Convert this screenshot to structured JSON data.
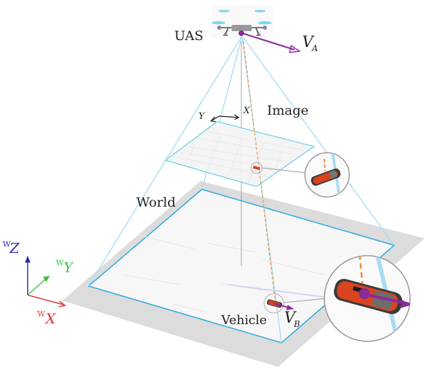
{
  "labels": {
    "uas": "UAS",
    "image": "Image",
    "world": "World",
    "vehicle": "Vehicle",
    "velocity_a_main": "V",
    "velocity_a_sub": "A",
    "velocity_b_main": "V",
    "velocity_b_sub": "B",
    "image_axis_x": "X",
    "image_axis_y": "Y",
    "world_axis_z_main": "Z",
    "world_axis_y_main": "Y",
    "world_axis_x_main": "X",
    "world_axis_superscript": "W"
  },
  "colors": {
    "ground_plane": "#dcdcdc",
    "world_plane_edge": "#29a9e0",
    "image_plane_edge": "#6fcfe8",
    "frustum_lines": "#a8dcf0",
    "velocity_arrow": "#8b2a9b",
    "optical_ray": "#f08a2c",
    "axis_x": "#d63a3a",
    "axis_y": "#3cc43c",
    "axis_z": "#2b2bb8",
    "vehicle_body": "#d9431f"
  },
  "icons": [
    "drone-icon",
    "vehicle-icon",
    "magnifier-inset-icon"
  ]
}
